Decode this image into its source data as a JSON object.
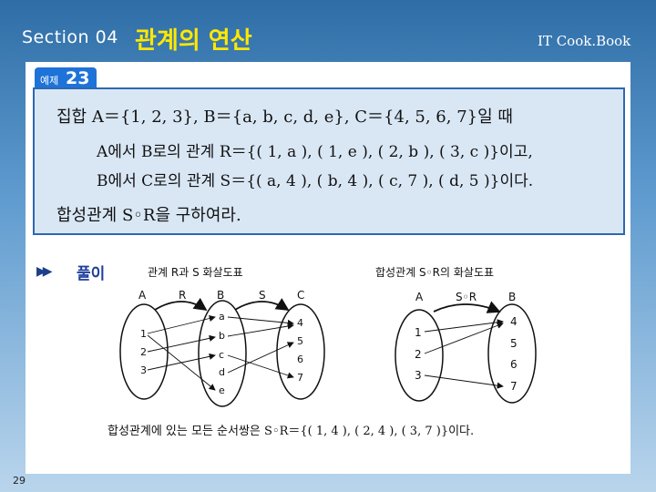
{
  "header": {
    "section_number": "Section 04",
    "section_title": "관계의 연산",
    "brand": "IT Cook.Book"
  },
  "problem": {
    "tag_label": "예제",
    "tag_number": "23",
    "line1": "집합 A＝{1, 2, 3}, B＝{a, b, c, d, e}, C＝{4, 5, 6, 7}일 때",
    "line2": "A에서 B로의 관계 R＝{( 1, a ), ( 1, e ), ( 2, b ), ( 3, c )}이고,",
    "line3": "B에서 C로의 관계 S＝{( a, 4 ), ( b, 4 ), ( c, 7 ), ( d, 5 )}이다.",
    "line4": "합성관계 S◦R을 구하여라."
  },
  "solution": {
    "marker": "▶▶",
    "label": "풀이",
    "caption_left": "관계 R과 S 화살도표",
    "caption_right": "합성관계 S◦R의 화살도표",
    "result": "합성관계에 있는 모든 순서쌍은 S◦R＝{( 1, 4 ), ( 2, 4 ), ( 3, 7 )}이다."
  },
  "diagram_left": {
    "set_a": "A",
    "set_b": "B",
    "set_c": "C",
    "rel_r": "R",
    "rel_s": "S",
    "a_elems": [
      "1",
      "2",
      "3"
    ],
    "b_elems": [
      "a",
      "b",
      "c",
      "d",
      "e"
    ],
    "c_elems": [
      "4",
      "5",
      "6",
      "7"
    ]
  },
  "diagram_right": {
    "set_a": "A",
    "set_c": "B",
    "rel": "S◦R",
    "a_elems": [
      "1",
      "2",
      "3"
    ],
    "c_elems": [
      "4",
      "5",
      "6",
      "7"
    ]
  },
  "page": {
    "number": "29"
  },
  "colors": {
    "title_yellow": "#ffe800",
    "accent_blue": "#1e73d8",
    "box_bg": "#d9e7f5"
  }
}
